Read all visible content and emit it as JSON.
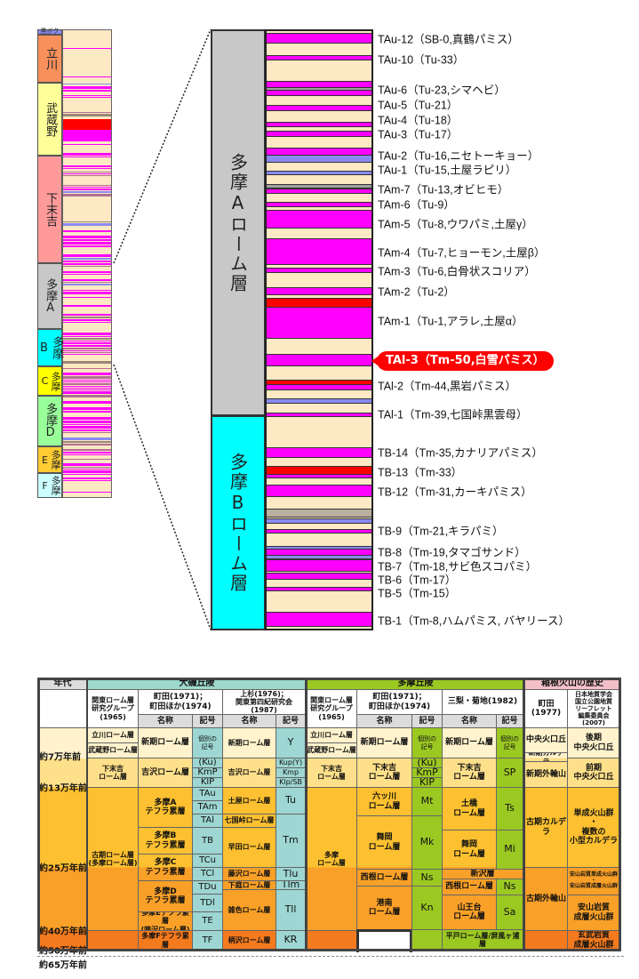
{
  "overview_column": {
    "units": [
      {
        "label": "黒ボク",
        "color": "#8c8cf0"
      },
      {
        "label": "立川",
        "color": "#f8905c"
      },
      {
        "label": "武蔵野",
        "color": "#ffff99"
      },
      {
        "label": "下末吉",
        "color": "#ff9a9a"
      },
      {
        "label": "多摩A",
        "color": "#c8c8c8"
      },
      {
        "label": "多摩B",
        "color": "#00ffff"
      },
      {
        "label": "多摩C",
        "color": "#ffff00"
      },
      {
        "label": "多摩D",
        "color": "#99ff99"
      },
      {
        "label": "多摩E",
        "color": "#ffcc33"
      },
      {
        "label": "多摩F",
        "color": "#ccffff"
      }
    ]
  },
  "detail_column": {
    "unit_a": {
      "label": "多摩Aローム層",
      "color": "#c8c8c8"
    },
    "unit_b": {
      "label": "多摩Bローム層",
      "color": "#00ffff"
    },
    "colors": {
      "loam": "#fde9c4",
      "pumice": "#ff00ff",
      "scoria": "#ff0000",
      "blue": "#8a8af0",
      "gray": "#a0a0a0"
    },
    "tephra": [
      "TAu-12（SB-0,真鶴パミス）",
      "TAu-10（Tu-33）",
      "TAu-6（Tu-23,シマヘビ）",
      "TAu-5（Tu-21）",
      "TAu-4（Tu-18）",
      "TAu-3（Tu-17）",
      "TAu-2（Tu-16,ニセトーキョー）",
      "TAu-1（Tu-15,土屋ラピリ）",
      "TAm-7（Tu-13,オビヒモ）",
      "TAm-6（Tu-9）",
      "TAm-5（Tu-8,ウワパミ,土屋γ）",
      "TAm-4（Tu-7,ヒョーモン,土屋β）",
      "TAm-3（Tu-6,白骨状スコリア）",
      "TAm-2（Tu-2）",
      "TAm-1（Tu-1,アラレ,土屋α）",
      "TAl-2（Tm-44,黒岩パミス）",
      "TAl-1（Tm-39,七国峠黒雲母）",
      "TB-14（Tm-35,カナリアパミス）",
      "TB-13（Tm-33）",
      "TB-12（Tm-31,カーキパミス）",
      "TB-9（Tm-21,キラパミ）",
      "TB-8（Tm-19,タマゴサンド）",
      "TB-7（Tm-18,サビ色スコパミ）",
      "TB-6（Tm-17）",
      "TB-5（Tm-15）",
      "TB-1（Tm-8,ハムパミス, バヤリース）"
    ],
    "highlight": {
      "label": "TAl-3（Tm-50,白雪パミス）",
      "color": "#ff0000"
    }
  },
  "table": {
    "headers": {
      "era": "年代",
      "oiso": "大磯丘陵",
      "tama": "多摩丘陵",
      "hakone": "箱根火山の歴史"
    },
    "header_colors": {
      "oiso": "#9dd8cc",
      "tama": "#9cc822",
      "hakone": "#f4c0c8"
    },
    "sources": {
      "kanto": "関東ローム層\n研究グループ\n(1965)",
      "machida": "町田(1971)；\n町田ほか(1974)",
      "uesugi": "上杉(1976)；\n関東第四紀研究会(1987)",
      "minashi": "三梨・菊地(1982)",
      "machida1977": "町田\n(1977)",
      "gsj": "日本地質学会\n国立公園地質\nリーフレット\n編集委員会\n(2007)",
      "name": "名称",
      "symbol": "記号"
    },
    "eras": [
      "約7万年前",
      "約13万年前",
      "約25万年前",
      "約40万年前",
      "約50万年前",
      "約65万年前"
    ],
    "oiso_kanto": [
      "立川ローム層",
      "武蔵野ローム層",
      "下末吉\nローム層",
      "古期ローム層\n(多摩ローム層)"
    ],
    "oiso_machida_names": [
      "新期ローム層",
      "吉沢ローム層",
      "多摩A\nテフラ累層",
      "多摩B\nテフラ累層",
      "多摩C\nテフラ累層",
      "多摩D\nテフラ累層",
      "多摩Eテフラ累層\n(鳴沢ローム層)",
      "多摩Fテフラ累層"
    ],
    "oiso_machida_symbols": [
      "個別の\n記号",
      "(Ku)",
      "KmP",
      "KlP",
      "TAu",
      "TAm",
      "TAl",
      "TB",
      "TCu",
      "TCl",
      "TDu",
      "TDl",
      "TE",
      "TF"
    ],
    "oiso_uesugi_names": [
      "新期ローム層",
      "吉沢ローム層",
      "土屋ローム層",
      "七国峠ローム層",
      "早田ローム層",
      "藤沢ローム層",
      "下庭ローム層",
      "雑色ローム層",
      "柄沢ローム層"
    ],
    "oiso_uesugi_symbols": [
      "Y",
      "Kup(Y)",
      "Kmp",
      "Klp/SB",
      "Tu",
      "Tm",
      "Tlu",
      "Tlm",
      "Tll",
      "KR"
    ],
    "tama_kanto": [
      "立川ローム層",
      "武蔵野ローム層",
      "下末吉\nローム層",
      "多摩\nローム層"
    ],
    "tama_machida_names": [
      "新期ローム層",
      "下末吉\nローム層",
      "六ッ川\nローム層",
      "舞岡\nローム層",
      "西根ローム層",
      "港南\nローム層"
    ],
    "tama_machida_symbols": [
      "個別の\n記号",
      "(Ku)",
      "KmP",
      "KlP",
      "Mt",
      "Mk",
      "Ns",
      "Kn"
    ],
    "tama_minashi_names": [
      "新期ローム層",
      "下末吉\nローム層",
      "土橋\nローム層",
      "舞岡\nローム層",
      "新沢層",
      "西根ローム層",
      "山王台\nローム層",
      "平戸ローム層/屏風ヶ浦層"
    ],
    "tama_minashi_symbols": [
      "個別の\n記号",
      "SP",
      "Ts",
      "Mi",
      "Ns",
      "Sa"
    ],
    "hakone_machida": [
      "中央火口丘",
      "新期カルデラ",
      "新期外輪山",
      "古期カルデラ",
      "古期外輪山"
    ],
    "hakone_gsj": [
      "後期\n中央火口丘",
      "前期\n中央火口丘",
      "単成火山群\n・\n複数の\n小型カルデラ",
      "安山岩質単成火山群\n・\n安山岩質成層火山群",
      "安山岩質\n成層火山群",
      "玄武岩質\n成層火山群"
    ],
    "band_colors": [
      "#fff2cc",
      "#ffe08a",
      "#fcc030",
      "#f9a028",
      "#f47a1e"
    ],
    "symbol_colors": {
      "oiso": "#9dd6d2",
      "tama": "#9cc822"
    }
  }
}
